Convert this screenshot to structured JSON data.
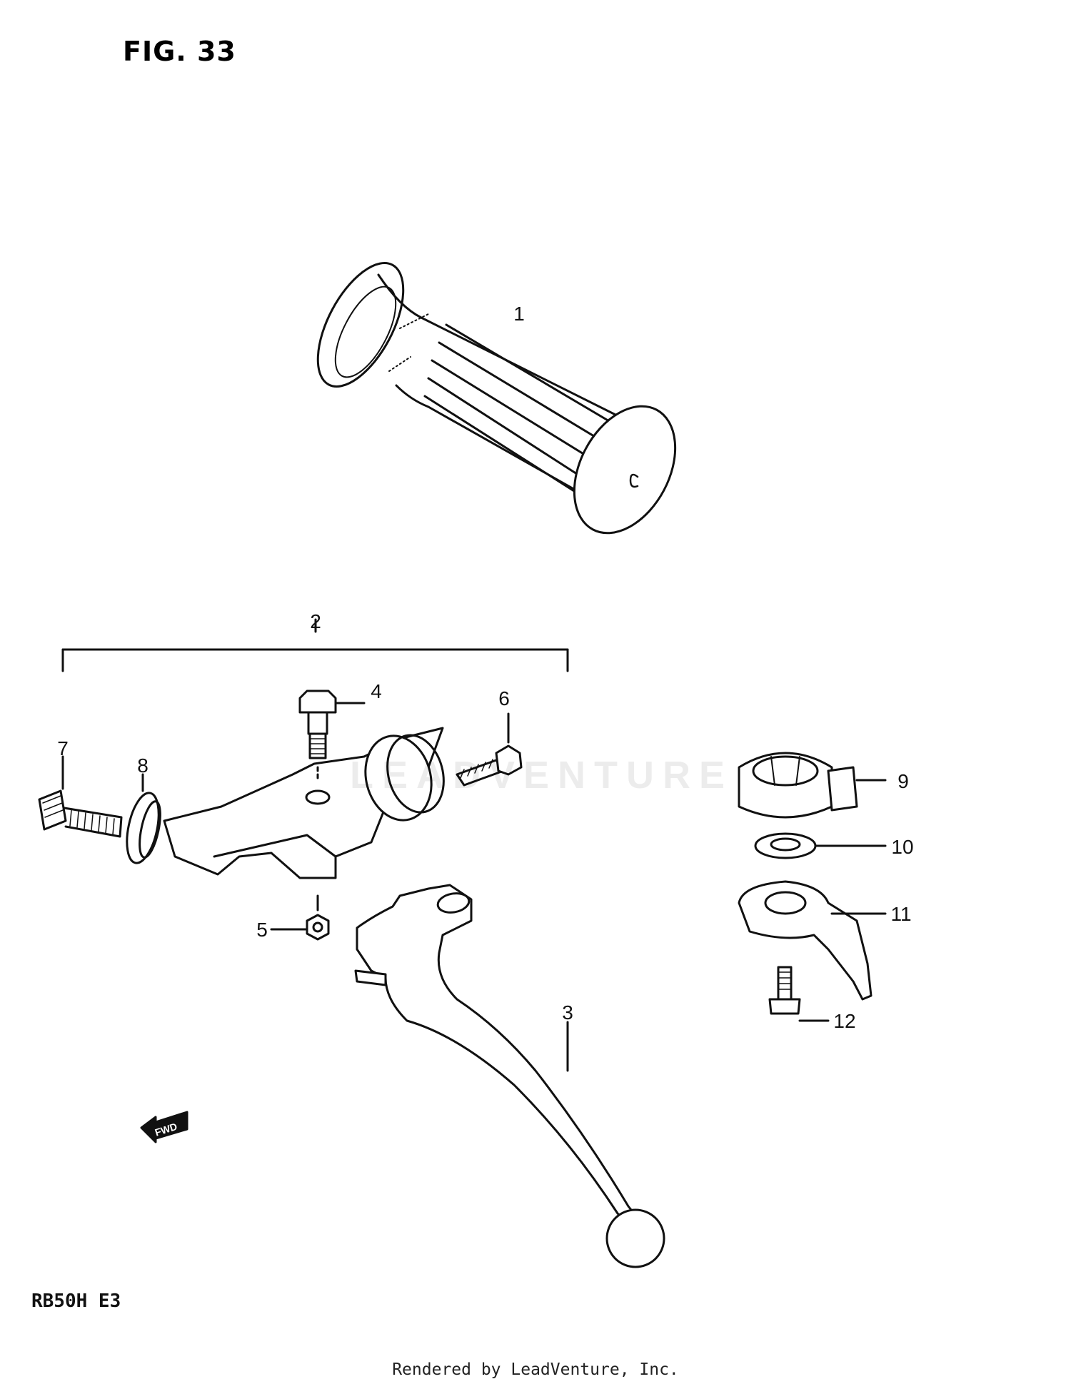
{
  "figure": {
    "title": "FIG. 33"
  },
  "model_code": "RB50H E3",
  "footer": "Rendered by LeadVenture, Inc.",
  "watermark": "LEADVENTURE",
  "fwd_label": "FWD",
  "callouts": [
    {
      "id": "1",
      "part": "handlebar-grip"
    },
    {
      "id": "2",
      "part": "lever-holder-assembly"
    },
    {
      "id": "3",
      "part": "clutch-lever"
    },
    {
      "id": "4",
      "part": "pivot-bolt"
    },
    {
      "id": "5",
      "part": "nut"
    },
    {
      "id": "6",
      "part": "clamp-screw"
    },
    {
      "id": "7",
      "part": "cable-adjuster"
    },
    {
      "id": "8",
      "part": "lock-nut"
    },
    {
      "id": "9",
      "part": "choke-plate"
    },
    {
      "id": "10",
      "part": "washer"
    },
    {
      "id": "11",
      "part": "choke-lever"
    },
    {
      "id": "12",
      "part": "screw"
    }
  ],
  "colors": {
    "line": "#111111",
    "paper": "#ffffff"
  }
}
